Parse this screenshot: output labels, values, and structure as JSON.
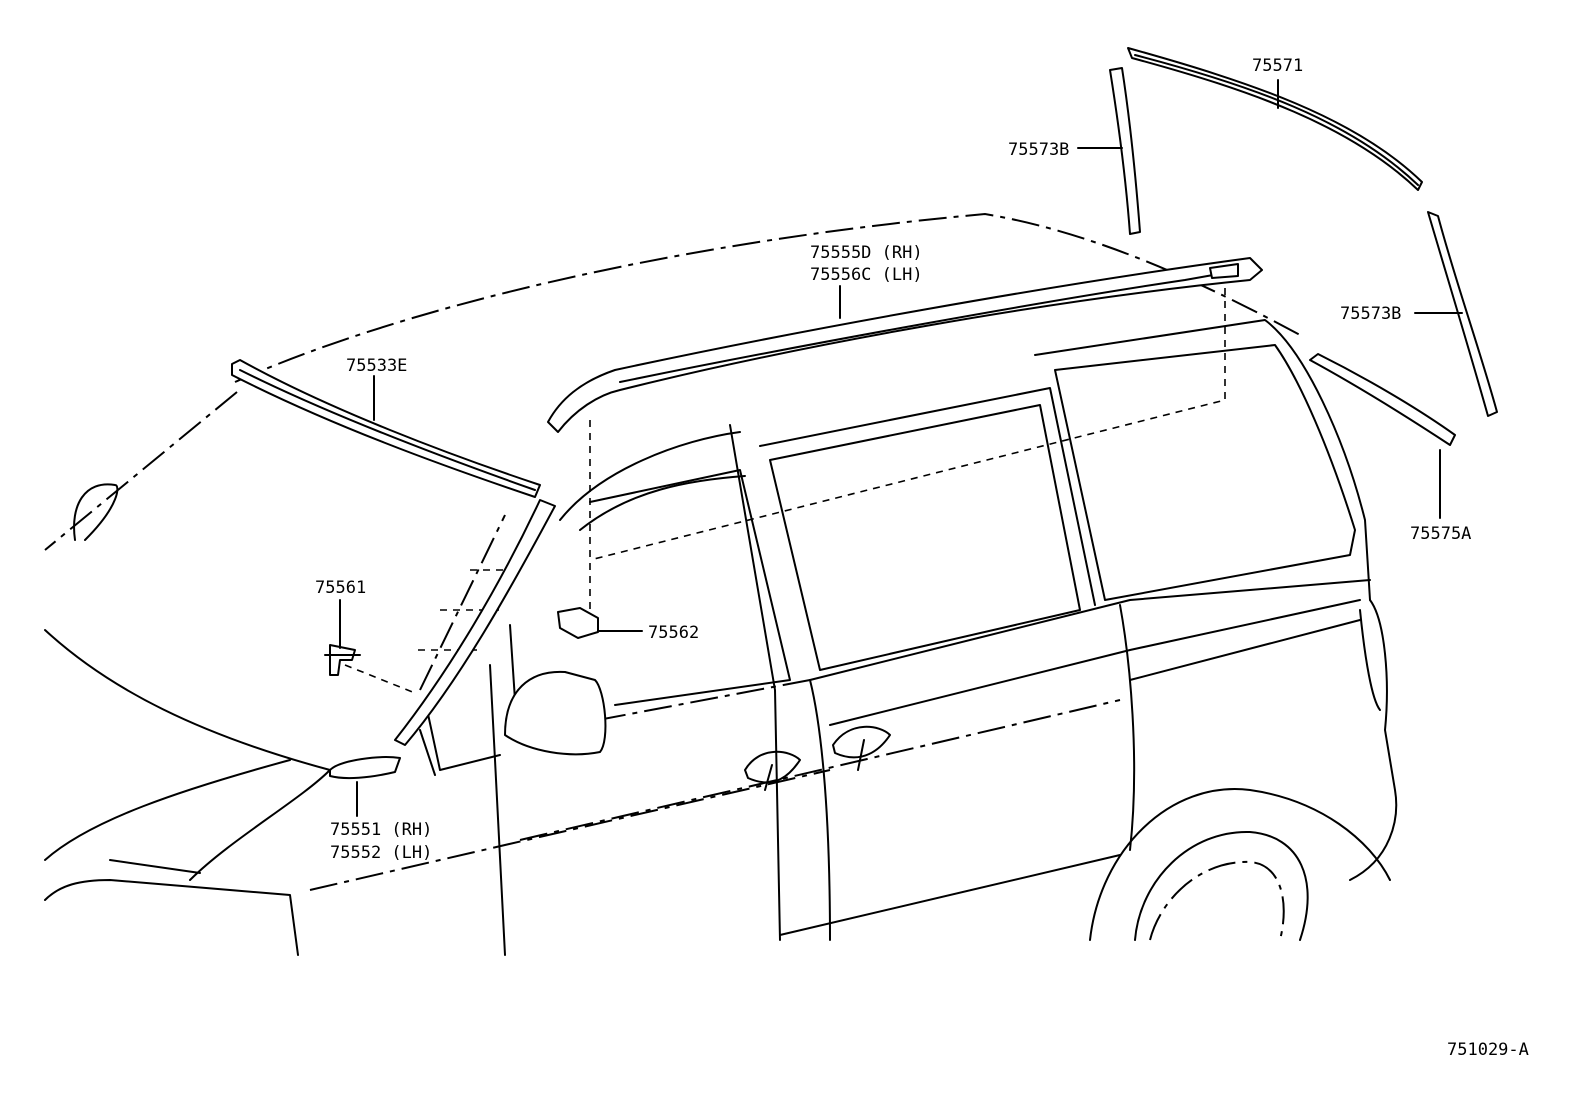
{
  "labels": {
    "p75571": "75571",
    "p75573b_upper": "75573B",
    "p75573b_right": "75573B",
    "p75575a": "75575A",
    "p75555d": "75555D (RH)",
    "p75556c": "75556C (LH)",
    "p75533e": "75533E",
    "p75561": "75561",
    "p75562": "75562",
    "p75551": "75551 (RH)",
    "p75552": "75552 (LH)",
    "diagram_code": "751029-A"
  }
}
